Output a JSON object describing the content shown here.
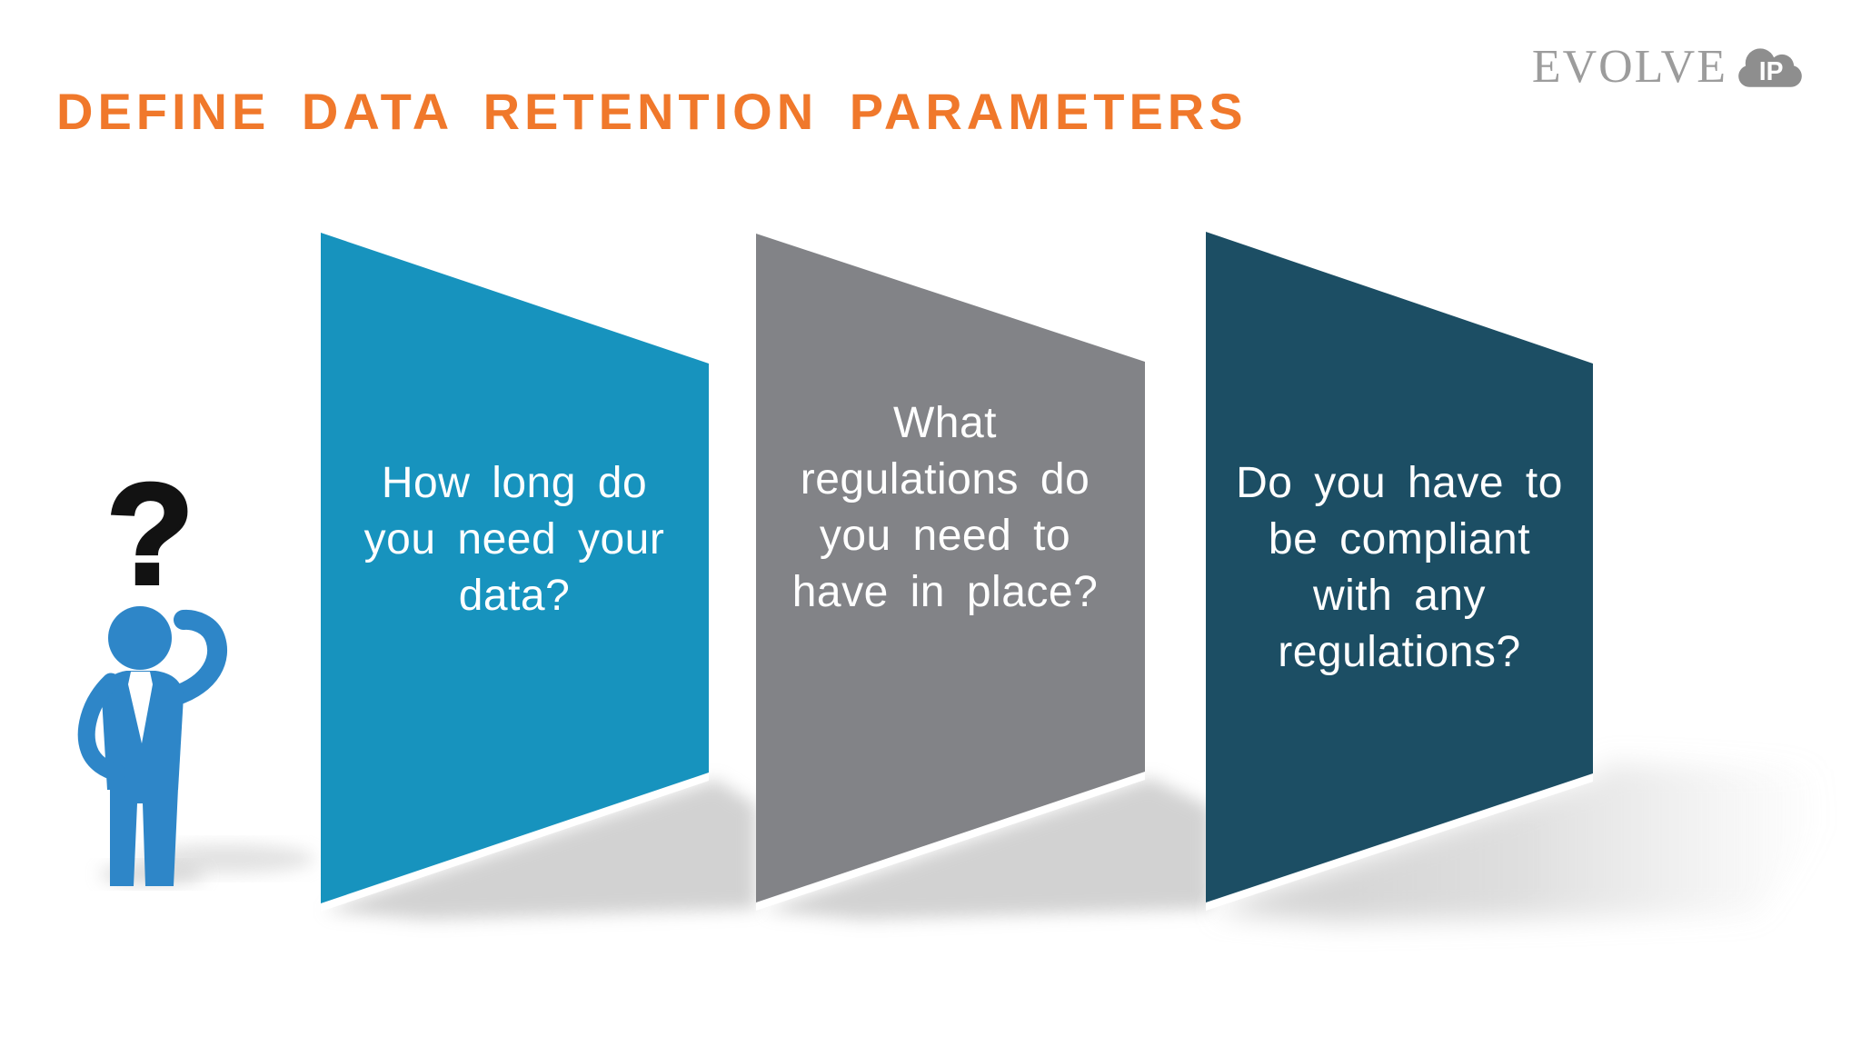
{
  "title": "DEFINE DATA RETENTION PARAMETERS",
  "logo": {
    "brand": "EVOLVE",
    "badge": "IP"
  },
  "question_mark": "?",
  "panels": [
    {
      "id": "data-duration",
      "color": "#1793BE",
      "text": "How long do you need your data?",
      "lines": [
        "How long do",
        "you need your",
        "data?"
      ]
    },
    {
      "id": "regulations-needed",
      "color": "#828387",
      "text": "What regulations do you need to have in place?",
      "lines": [
        "What",
        "regulations do",
        "you need to",
        "have in place?"
      ]
    },
    {
      "id": "compliance",
      "color": "#1C4E64",
      "text": "Do you have to be compliant with any regulations?",
      "lines": [
        "Do you have to",
        "be compliant",
        "with any",
        "regulations?"
      ]
    }
  ],
  "colors": {
    "background": "#FFFFFF",
    "title_orange": "#F0782B",
    "logo_gray": "#9C9C9C",
    "cloud_gray": "#8E8E8E",
    "person_blue": "#2E86C8",
    "question_mark": "#121212",
    "shadow": "#C7C7C7",
    "panel_edge_stripe": "#FFFFFF"
  }
}
